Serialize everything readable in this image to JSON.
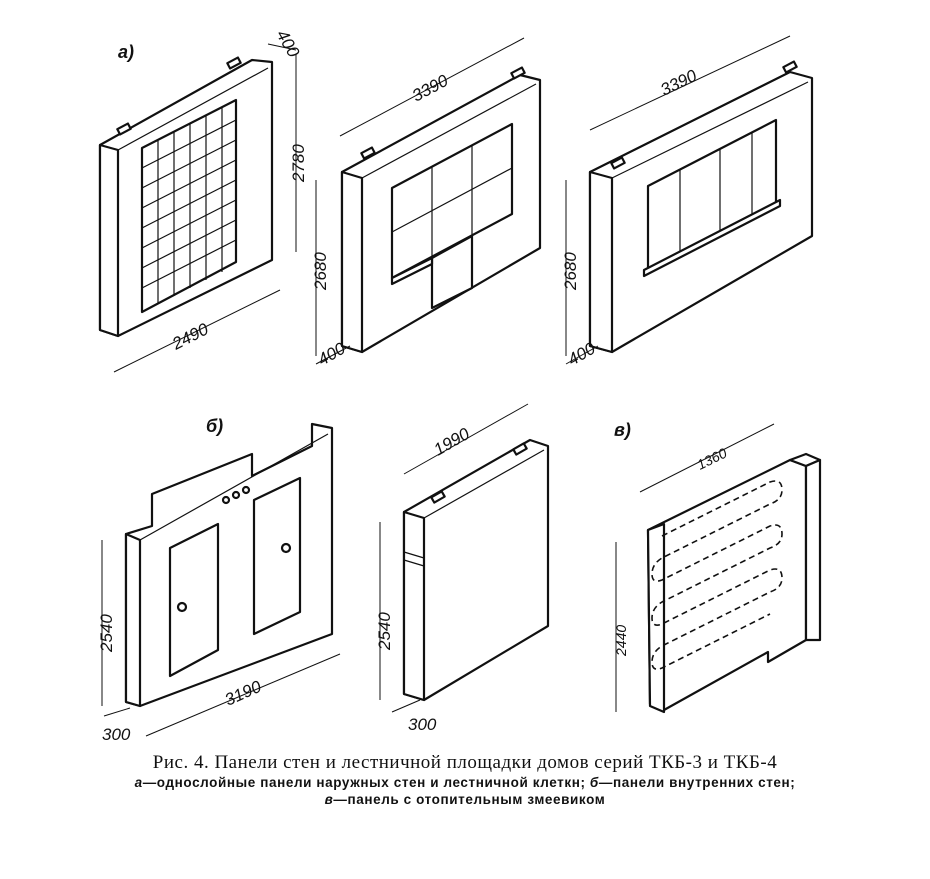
{
  "labels": {
    "a": "а)",
    "b": "б)",
    "v": "в)"
  },
  "dims": {
    "p1_depth": "400",
    "p1_height": "2780",
    "p1_width": "2490",
    "p2_width": "3390",
    "p2_height": "2680",
    "p2_depth": "400",
    "p3_width": "3390",
    "p3_height": "2680",
    "p3_depth": "400",
    "p4_height": "2540",
    "p4_width": "3190",
    "p4_depth": "300",
    "p5_width": "1990",
    "p5_height": "2540",
    "p5_depth": "300",
    "p6_width": "1360",
    "p6_height": "2440"
  },
  "caption": {
    "title": "Рис. 4. Панели стен и лестничной площадки домов серий ТКБ-3 и ТКБ-4",
    "a_key": "а",
    "a_text": "—однослойные панели наружных стен и лестничной клеткн;",
    "b_key": "б",
    "b_text": "—панели внутренних стен;",
    "v_key": "в",
    "v_text": "—панель с отопительным змеевиком"
  }
}
